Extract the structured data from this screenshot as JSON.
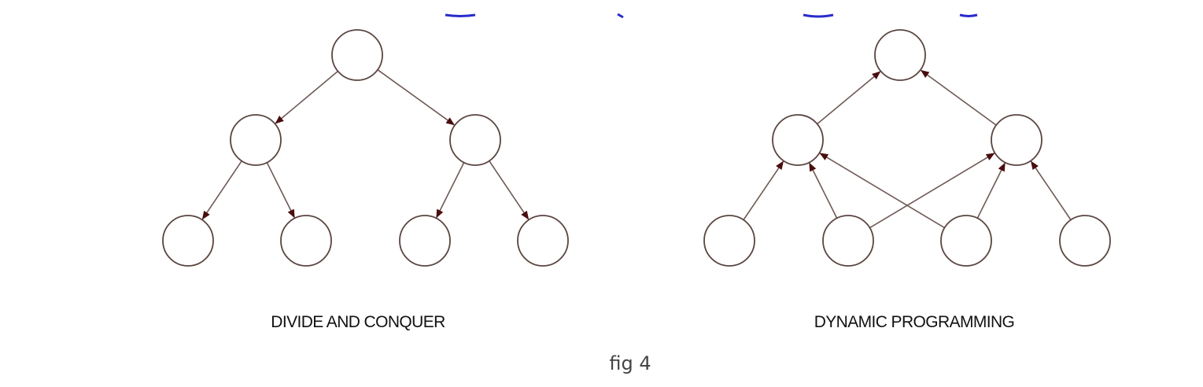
{
  "figure": {
    "caption": "fig 4",
    "colors": {
      "node_stroke": "#5a4540",
      "edge": "#6e5a55",
      "arrowhead": "#4a0e0e",
      "text": "#111111",
      "caption_text": "#444444",
      "top_artifact": "#2a2acc"
    }
  },
  "panels": [
    {
      "label": "DIVIDE AND CONQUER",
      "nodes": [
        "root",
        "left-mid",
        "right-mid",
        "leaf-1",
        "leaf-2",
        "leaf-3",
        "leaf-4"
      ],
      "edges": [
        {
          "from": "root",
          "to": "left-mid"
        },
        {
          "from": "root",
          "to": "right-mid"
        },
        {
          "from": "left-mid",
          "to": "leaf-1"
        },
        {
          "from": "left-mid",
          "to": "leaf-2"
        },
        {
          "from": "right-mid",
          "to": "leaf-3"
        },
        {
          "from": "right-mid",
          "to": "leaf-4"
        }
      ]
    },
    {
      "label": "DYNAMIC PROGRAMMING",
      "nodes": [
        "root",
        "left-mid",
        "right-mid",
        "leaf-1",
        "leaf-2",
        "leaf-3",
        "leaf-4"
      ],
      "edges": [
        {
          "from": "left-mid",
          "to": "root"
        },
        {
          "from": "right-mid",
          "to": "root"
        },
        {
          "from": "leaf-1",
          "to": "left-mid"
        },
        {
          "from": "leaf-2",
          "to": "left-mid"
        },
        {
          "from": "leaf-2",
          "to": "right-mid"
        },
        {
          "from": "leaf-3",
          "to": "left-mid"
        },
        {
          "from": "leaf-3",
          "to": "right-mid"
        },
        {
          "from": "leaf-4",
          "to": "right-mid"
        }
      ]
    }
  ]
}
